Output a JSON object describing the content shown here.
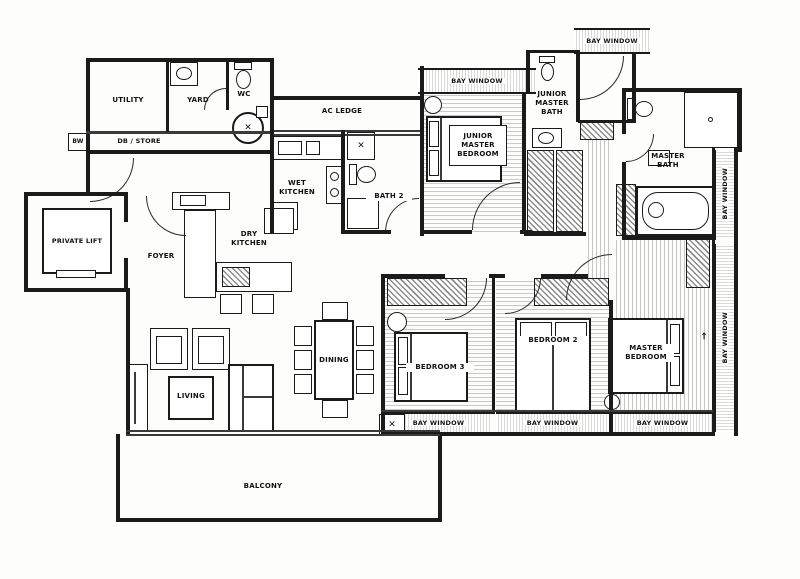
{
  "labels": {
    "utility": "UTILITY",
    "yard": "YARD",
    "wc": "WC",
    "db_store": "DB / STORE",
    "bw": "BW",
    "ac_ledge": "AC LEDGE",
    "wet_kitchen": "WET\nKITCHEN",
    "bath2": "BATH 2",
    "junior_master_bedroom": "JUNIOR\nMASTER\nBEDROOM",
    "junior_master_bath": "JUNIOR\nMASTER\nBATH",
    "master_bath": "MASTER\nBATH",
    "private_lift": "PRIVATE LIFT",
    "foyer": "FOYER",
    "dry_kitchen": "DRY\nKITCHEN",
    "living": "LIVING",
    "dining": "DINING",
    "bedroom3": "BEDROOM 3",
    "bedroom2": "BEDROOM 2",
    "master_bedroom": "MASTER\nBEDROOM",
    "balcony": "BALCONY",
    "bay_windows": [
      "BAY WINDOW",
      "BAY WINDOW",
      "BAY WINDOW",
      "BAY WINDOW",
      "BAY WINDOW",
      "BAY WINDOW",
      "BAY WINDOW"
    ],
    "x_glyph": "✕",
    "arrow_glyph": "→"
  },
  "colors": {
    "line": "#1b1b1b",
    "paper": "#fdfdfc"
  }
}
